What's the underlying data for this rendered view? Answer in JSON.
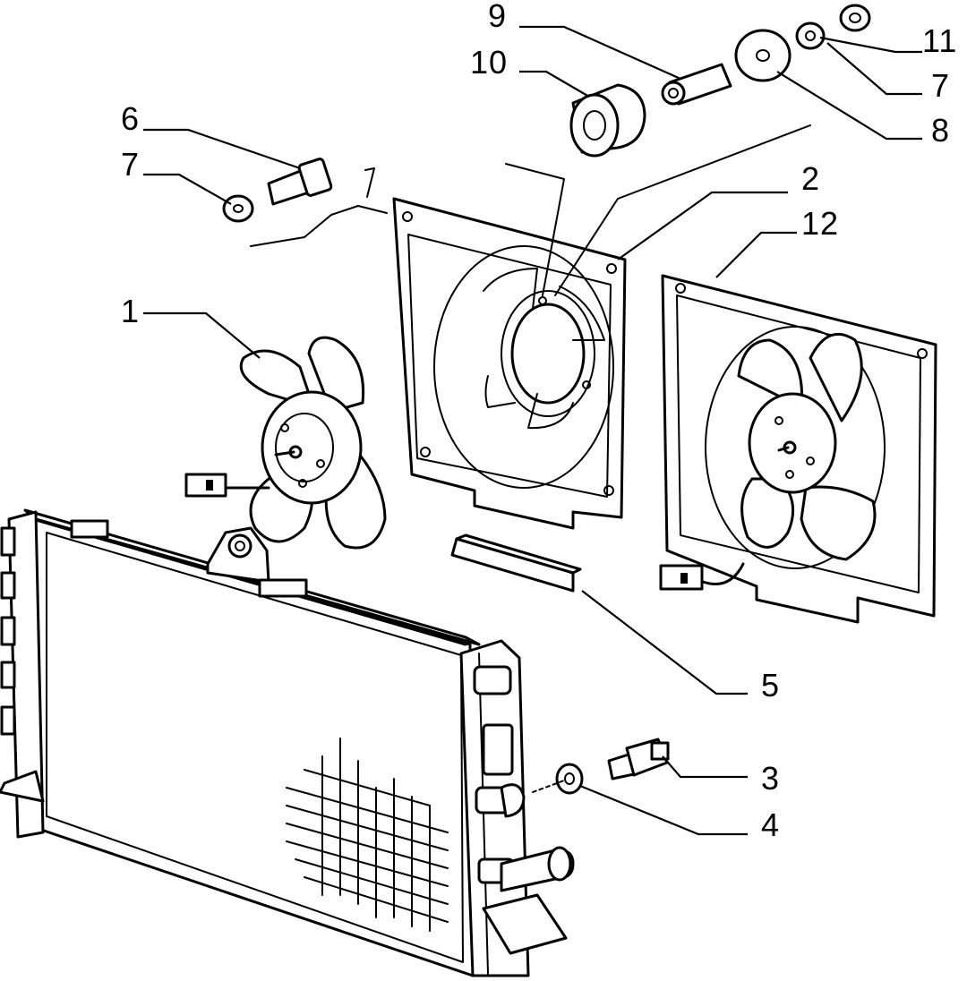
{
  "diagram": {
    "callouts": [
      {
        "id": "c1",
        "text": "1"
      },
      {
        "id": "c2",
        "text": "2"
      },
      {
        "id": "c3",
        "text": "3"
      },
      {
        "id": "c4",
        "text": "4"
      },
      {
        "id": "c5",
        "text": "5"
      },
      {
        "id": "c6",
        "text": "6"
      },
      {
        "id": "c7a",
        "text": "7"
      },
      {
        "id": "c7b",
        "text": "7"
      },
      {
        "id": "c8",
        "text": "8"
      },
      {
        "id": "c9",
        "text": "9"
      },
      {
        "id": "c10",
        "text": "10"
      },
      {
        "id": "c11",
        "text": "11"
      },
      {
        "id": "c12",
        "text": "12"
      }
    ],
    "colors": {
      "ink": "#000000",
      "paper": "#ffffff"
    }
  }
}
